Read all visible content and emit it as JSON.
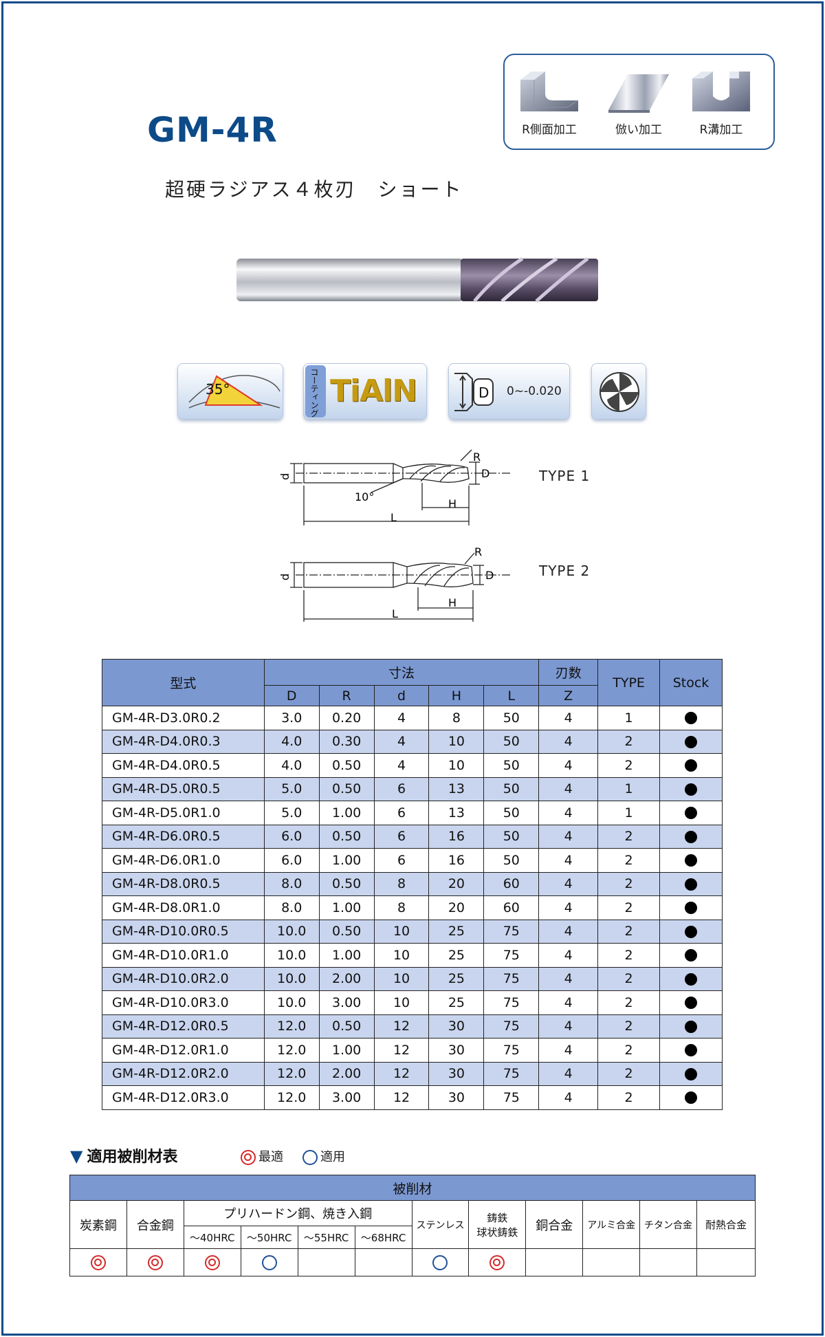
{
  "product": {
    "model": "GM-4R",
    "subtitle": "超硬ラジアス４枚刃　ショート"
  },
  "processes": [
    {
      "icon": "r-side-machining-icon",
      "label": "R側面加工"
    },
    {
      "icon": "copy-machining-icon",
      "label": "倣い加工"
    },
    {
      "icon": "r-groove-machining-icon",
      "label": "R溝加工"
    }
  ],
  "features": {
    "helix_angle": "35°",
    "coating_label": "コーティング",
    "coating": "TiAlN",
    "tolerance_symbol": "D",
    "tolerance": "0~-0.020"
  },
  "diagrams": {
    "type1": {
      "label": "TYPE 1",
      "d": "d",
      "D": "D",
      "R": "R",
      "H": "H",
      "L": "L",
      "angle": "10°"
    },
    "type2": {
      "label": "TYPE 2",
      "d": "d",
      "D": "D",
      "R": "R",
      "H": "H",
      "L": "L"
    }
  },
  "spec_table": {
    "headers": {
      "model": "型式",
      "dims": "寸法",
      "flutes": "刃数",
      "type": "TYPE",
      "stock": "Stock",
      "D": "D",
      "R": "R",
      "d": "d",
      "H": "H",
      "L": "L",
      "Z": "Z"
    },
    "rows": [
      [
        "GM-4R-D3.0R0.2",
        "3.0",
        "0.20",
        "4",
        "8",
        "50",
        "4",
        "1",
        "●"
      ],
      [
        "GM-4R-D4.0R0.3",
        "4.0",
        "0.30",
        "4",
        "10",
        "50",
        "4",
        "2",
        "●"
      ],
      [
        "GM-4R-D4.0R0.5",
        "4.0",
        "0.50",
        "4",
        "10",
        "50",
        "4",
        "2",
        "●"
      ],
      [
        "GM-4R-D5.0R0.5",
        "5.0",
        "0.50",
        "6",
        "13",
        "50",
        "4",
        "1",
        "●"
      ],
      [
        "GM-4R-D5.0R1.0",
        "5.0",
        "1.00",
        "6",
        "13",
        "50",
        "4",
        "1",
        "●"
      ],
      [
        "GM-4R-D6.0R0.5",
        "6.0",
        "0.50",
        "6",
        "16",
        "50",
        "4",
        "2",
        "●"
      ],
      [
        "GM-4R-D6.0R1.0",
        "6.0",
        "1.00",
        "6",
        "16",
        "50",
        "4",
        "2",
        "●"
      ],
      [
        "GM-4R-D8.0R0.5",
        "8.0",
        "0.50",
        "8",
        "20",
        "60",
        "4",
        "2",
        "●"
      ],
      [
        "GM-4R-D8.0R1.0",
        "8.0",
        "1.00",
        "8",
        "20",
        "60",
        "4",
        "2",
        "●"
      ],
      [
        "GM-4R-D10.0R0.5",
        "10.0",
        "0.50",
        "10",
        "25",
        "75",
        "4",
        "2",
        "●"
      ],
      [
        "GM-4R-D10.0R1.0",
        "10.0",
        "1.00",
        "10",
        "25",
        "75",
        "4",
        "2",
        "●"
      ],
      [
        "GM-4R-D10.0R2.0",
        "10.0",
        "2.00",
        "10",
        "25",
        "75",
        "4",
        "2",
        "●"
      ],
      [
        "GM-4R-D10.0R3.0",
        "10.0",
        "3.00",
        "10",
        "25",
        "75",
        "4",
        "2",
        "●"
      ],
      [
        "GM-4R-D12.0R0.5",
        "12.0",
        "0.50",
        "12",
        "30",
        "75",
        "4",
        "2",
        "●"
      ],
      [
        "GM-4R-D12.0R1.0",
        "12.0",
        "1.00",
        "12",
        "30",
        "75",
        "4",
        "2",
        "●"
      ],
      [
        "GM-4R-D12.0R2.0",
        "12.0",
        "2.00",
        "12",
        "30",
        "75",
        "4",
        "2",
        "●"
      ],
      [
        "GM-4R-D12.0R3.0",
        "12.0",
        "3.00",
        "12",
        "30",
        "75",
        "4",
        "2",
        "●"
      ]
    ]
  },
  "materials": {
    "title": "適用被削材表",
    "legend_best": "最適",
    "legend_ok": "適用",
    "header": "被削材",
    "columns": {
      "carbon_steel": "炭素鋼",
      "alloy_steel": "合金鋼",
      "hardened_group": "プリハードン鋼、焼き入鋼",
      "hrc40": "～40HRC",
      "hrc50": "～50HRC",
      "hrc55": "～55HRC",
      "hrc68": "～68HRC",
      "stainless": "ステンレス",
      "cast_iron_line1": "鋳鉄",
      "cast_iron_line2": "球状鋳鉄",
      "copper": "銅合金",
      "aluminum": "アルミ合金",
      "titanium": "チタン合金",
      "heat_resistant": "耐熱合金"
    },
    "ratings": [
      "best",
      "best",
      "best",
      "ok",
      "",
      "",
      "ok",
      "best",
      "",
      "",
      "",
      ""
    ]
  }
}
